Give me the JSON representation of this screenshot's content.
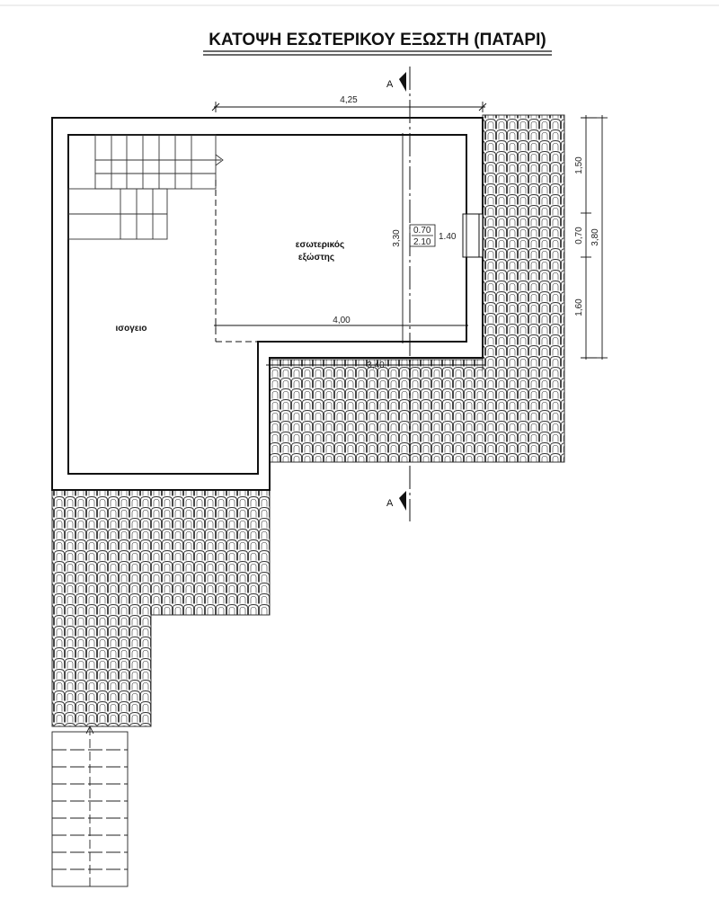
{
  "title": "ΚΑΤΟΨΗ ΕΣΩΤΕΡΙΚΟΥ ΕΞΩΣΤΗ (ΠΑΤΑΡΙ)",
  "rooms": {
    "balcony_line1": "εσωτερικός",
    "balcony_line2": "εξώστης",
    "ground": "ισογειο"
  },
  "section_marker": {
    "label": "A"
  },
  "dimensions": {
    "top_width": "4,25",
    "inner_width": "4,00",
    "lower_width": "3,40",
    "height": "3,30",
    "right_total": "3,80",
    "right_seg1": "1,50",
    "right_seg2": "0,70",
    "right_seg3": "1,60"
  },
  "window": {
    "width": "0.70",
    "height": "2.10",
    "sill": "1.40"
  },
  "colors": {
    "line": "#111111",
    "tile": "#333333",
    "background": "#ffffff"
  }
}
